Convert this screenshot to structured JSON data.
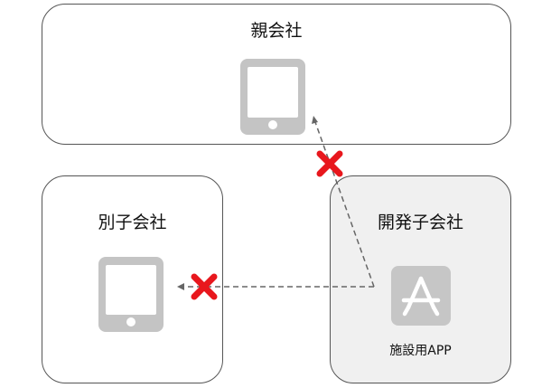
{
  "parent_company": {
    "label": "親会社"
  },
  "sibling_company": {
    "label": "別子会社"
  },
  "dev_company": {
    "label": "開発子会社",
    "app_label": "施設用APP"
  },
  "colors": {
    "blocked_mark": "#e8171d",
    "arrow": "#666666",
    "device": "#c4c4c4"
  },
  "icons": [
    "tablet-icon",
    "app-store-icon",
    "blocked-x-icon"
  ]
}
